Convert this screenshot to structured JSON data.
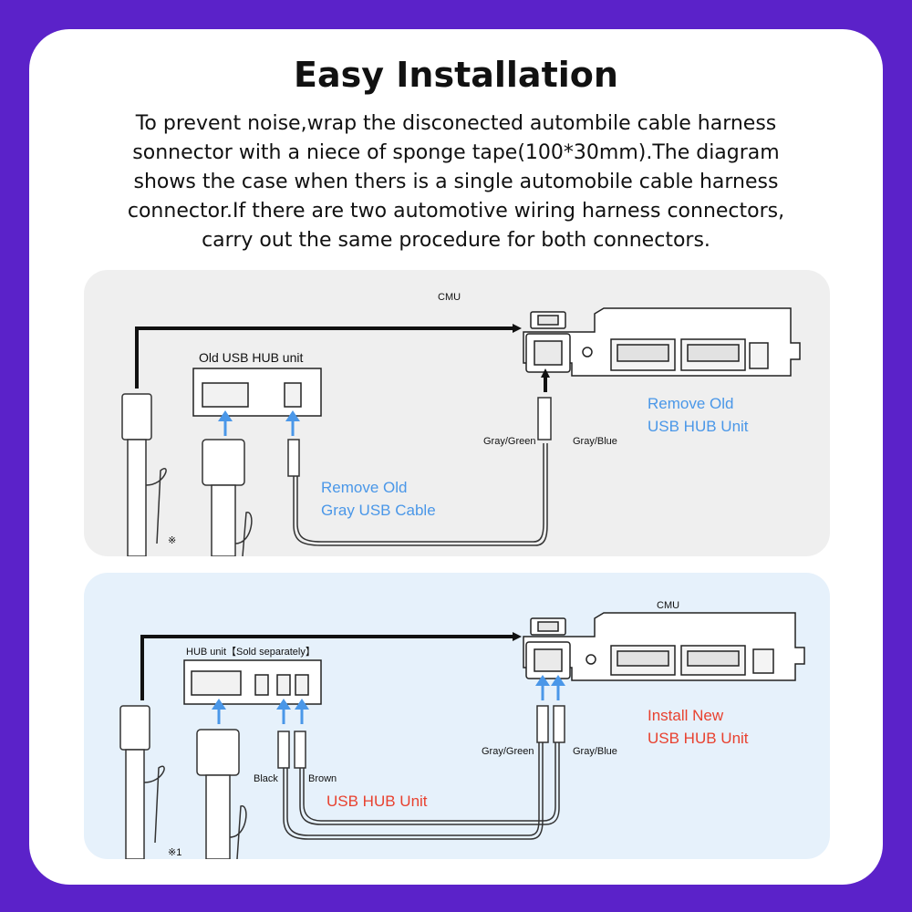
{
  "header": {
    "title": "Easy Installation",
    "lines": [
      "To prevent noise,wrap the disconected autombile cable harness",
      "sonnector with a niece of sponge tape(100*30mm).The diagram",
      "shows the case when thers is a single automobile cable harness",
      "connector.If there are two automotive wiring harness connectors,",
      "carry out the same procedure for both connectors."
    ]
  },
  "top_panel": {
    "cmu_label": "CMU",
    "hub_label": "Old USB HUB unit",
    "gray_green": "Gray/Green",
    "gray_blue": "Gray/Blue",
    "note_mark": "※",
    "remove_hub": [
      "Remove Old",
      "USB HUB Unit"
    ],
    "remove_cable": [
      "Remove Old",
      "Gray USB Cable"
    ]
  },
  "bottom_panel": {
    "cmu_label": "CMU",
    "hub_label": "HUB unit【Sold separately】",
    "gray_green": "Gray/Green",
    "gray_blue": "Gray/Blue",
    "black": "Black",
    "brown": "Brown",
    "note_mark": "※1",
    "install_hub": [
      "Install New",
      "USB HUB Unit"
    ],
    "usb_hub": "USB HUB Unit"
  },
  "colors": {
    "background": "#5b22c9",
    "top_panel": "#efefef",
    "bottom_panel": "#e6f1fb",
    "arrow_blue": "#4a97e8",
    "note_blue": "#4a97e8",
    "note_red": "#e8412f"
  }
}
